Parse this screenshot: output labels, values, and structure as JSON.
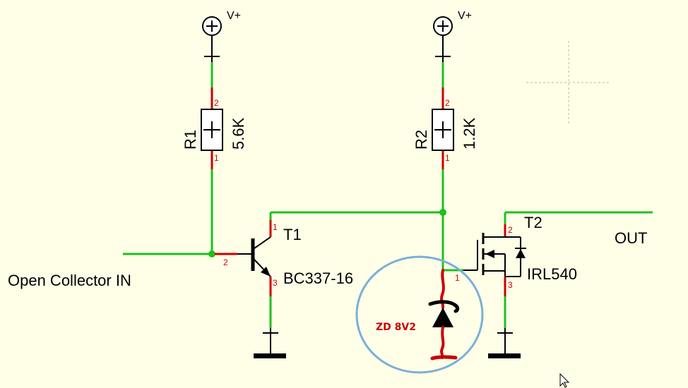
{
  "colors": {
    "background": "#ffffe8",
    "wire": "#1fbf1f",
    "pin": "#cc0000",
    "component": "#000000",
    "highlight_circle": "#79b0d6",
    "crosshair": "#b8b8a0"
  },
  "power": [
    {
      "label": "V+"
    },
    {
      "label": "V+"
    }
  ],
  "resistors": [
    {
      "ref": "R1",
      "value": "5.6K",
      "pin_top": "2",
      "pin_bottom": "1"
    },
    {
      "ref": "R2",
      "value": "1.2K",
      "pin_top": "2",
      "pin_bottom": "1"
    }
  ],
  "t1": {
    "ref": "T1",
    "part": "BC337-16",
    "pin_collector": "1",
    "pin_base": "2",
    "pin_emitter": "3"
  },
  "t2": {
    "ref": "T2",
    "part": "IRL540",
    "pin_drain": "2",
    "pin_source": "3"
  },
  "zener": {
    "label": "ZD 8V2",
    "pin": "1"
  },
  "labels": {
    "input": "Open Collector IN",
    "output": "OUT"
  },
  "icons": [
    "power-symbol-icon",
    "ground-symbol-icon",
    "cursor-icon"
  ]
}
